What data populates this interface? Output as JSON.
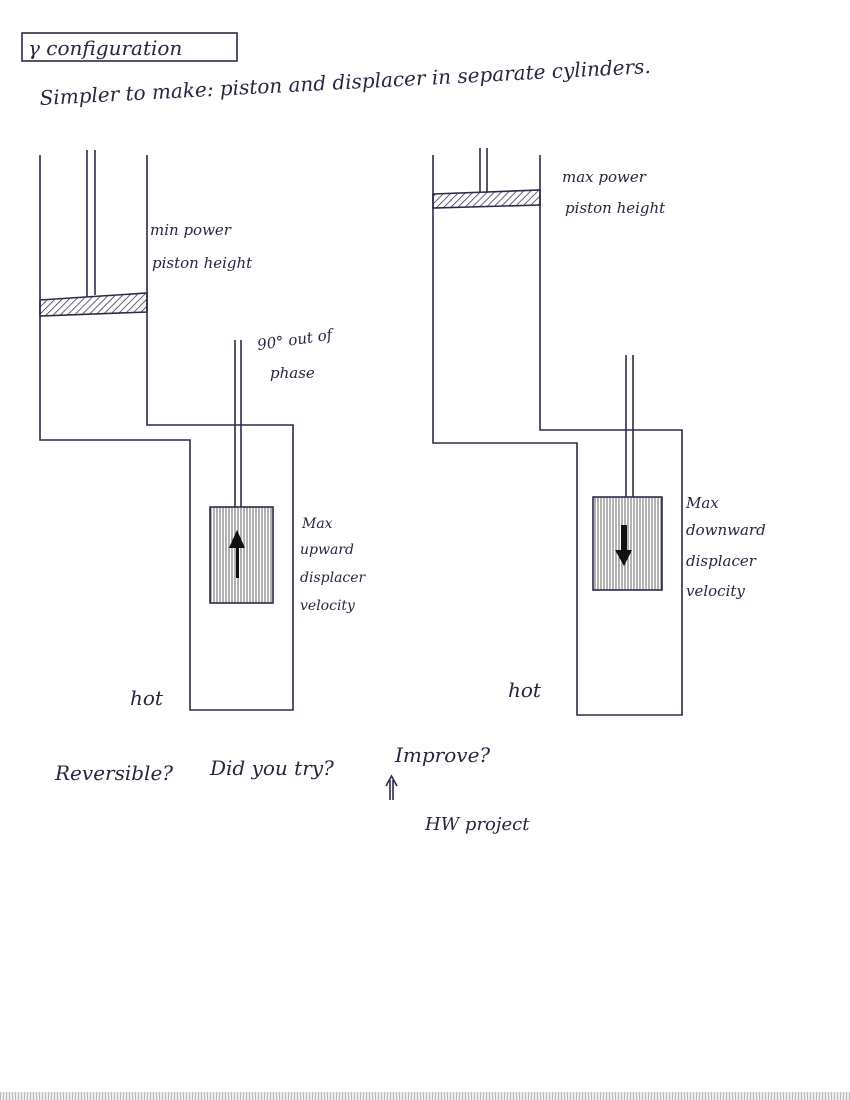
{
  "title": "γ configuration",
  "subtitle": "Simpler to make: piston and displacer in separate cylinders.",
  "left_diagram": {
    "piston_label": [
      "min power",
      "piston height"
    ],
    "phase_label": [
      "90° out of",
      "phase"
    ],
    "displacer_label": [
      "Max",
      "upward",
      "displacer",
      "velocity"
    ],
    "hot_label": "hot"
  },
  "right_diagram": {
    "piston_label": [
      "max power",
      "piston height"
    ],
    "displacer_label": [
      "Max",
      "downward",
      "displacer",
      "velocity"
    ],
    "hot_label": "hot"
  },
  "questions": [
    "Reversible?",
    "Did you try?",
    "Improve?"
  ],
  "hw_note": "HW project",
  "colors": {
    "ink": "#2e2a48",
    "paper": "#ffffff"
  }
}
